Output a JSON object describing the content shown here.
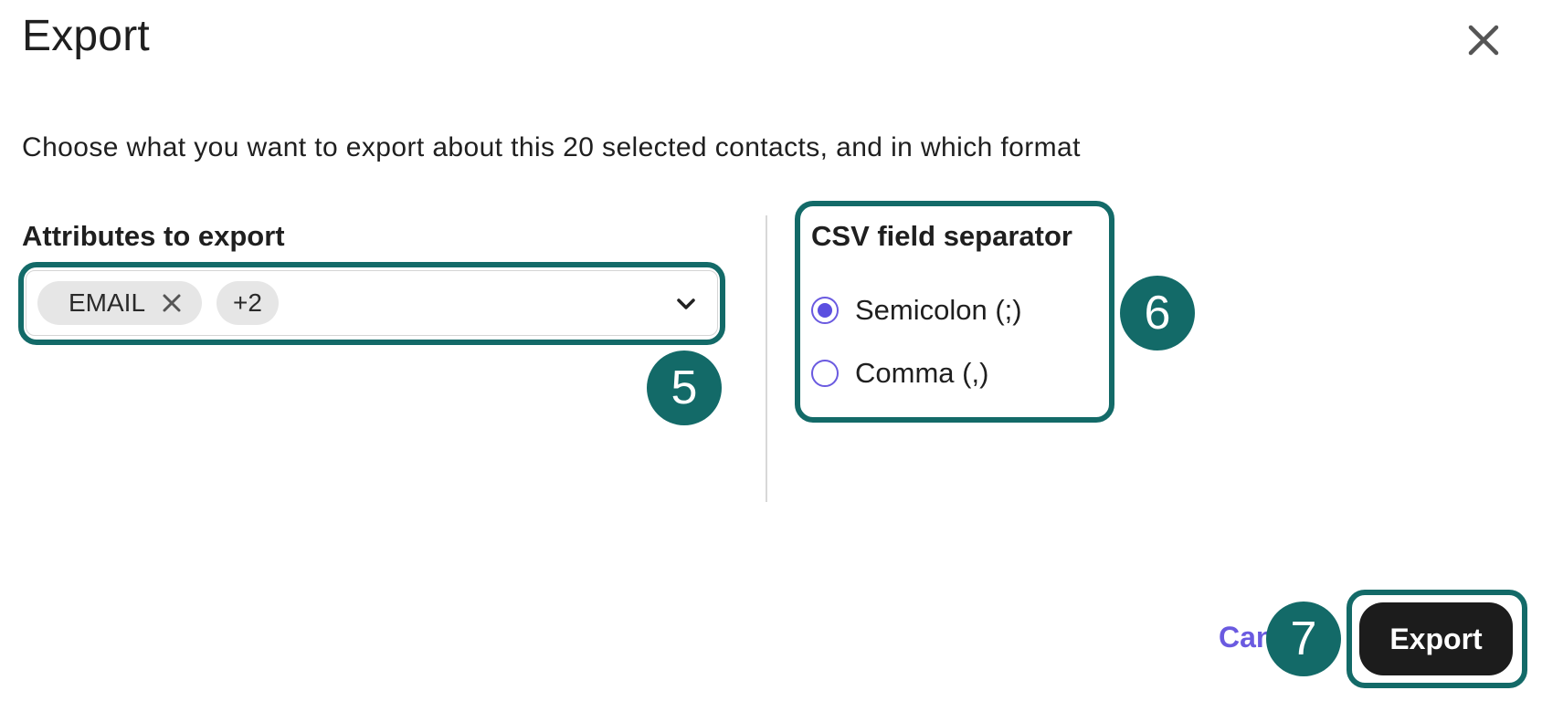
{
  "dialog": {
    "title": "Export",
    "description": "Choose what you want to export about this 20 selected contacts, and in which format"
  },
  "attributes": {
    "label": "Attributes to export",
    "chips": [
      "EMAIL"
    ],
    "more_count": "+2"
  },
  "separator": {
    "label": "CSV field separator",
    "options": [
      {
        "label": "Semicolon (;)",
        "checked": true
      },
      {
        "label": "Comma (,)",
        "checked": false
      }
    ]
  },
  "footer": {
    "cancel_label": "Cancel",
    "export_label": "Export"
  },
  "annotations": {
    "step_5": "5",
    "step_6": "6",
    "step_7": "7"
  },
  "colors": {
    "highlight": "#136a68",
    "accent": "#6a5ae0",
    "primary_button": "#1c1c1c"
  },
  "icons": {
    "close": "close-icon",
    "chip_remove": "close-icon",
    "dropdown": "chevron-down-icon"
  }
}
